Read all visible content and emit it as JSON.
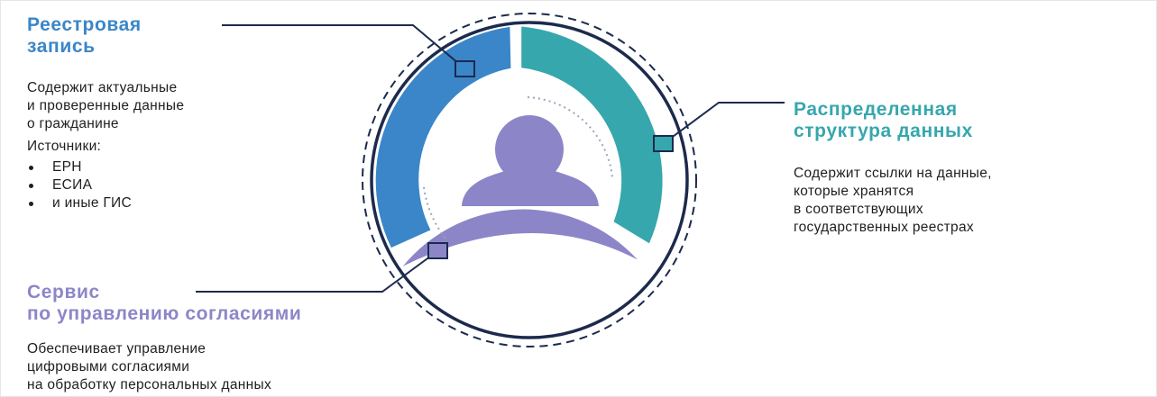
{
  "registry": {
    "title_lines": [
      "Реестровая",
      "запись"
    ],
    "desc_lines": [
      "Содержит актуальные",
      "и проверенные данные",
      "о гражданине"
    ],
    "sources_label": "Источники:",
    "sources": [
      "ЕРН",
      "ЕСИА",
      "и иные ГИС"
    ]
  },
  "distributed": {
    "title_lines": [
      "Распределенная",
      "структура данных"
    ],
    "desc_lines": [
      "Содержит ссылки на данные,",
      "которые хранятся",
      "в соответствующих",
      "государственных реестрах"
    ]
  },
  "consent": {
    "title_lines": [
      "Сервис",
      "по управлению согласиями"
    ],
    "desc_lines": [
      "Обеспечивает управление",
      "цифровыми согласиями",
      "на обработку персональных данных"
    ]
  },
  "colors": {
    "registry": "#3a86c8",
    "distributed": "#36a7ad",
    "consent": "#8c86c8",
    "navy": "#1c2a4c",
    "person": "#8c86c8"
  },
  "icons": {
    "center": "person-icon"
  }
}
